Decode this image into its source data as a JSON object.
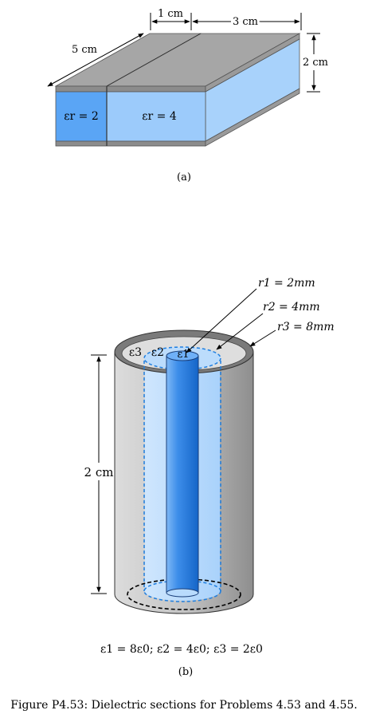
{
  "figure_a": {
    "dim_width_small": "1 cm",
    "dim_width_large": "3 cm",
    "dim_depth": "5 cm",
    "dim_height": "2 cm",
    "region_left": "εr = 2",
    "region_right": "εr = 4",
    "label": "(a)"
  },
  "figure_b": {
    "r1": "r1 = 2mm",
    "r2": "r2 = 4mm",
    "r3": "r3 = 8mm",
    "eps1": "ε1",
    "eps2": "ε2",
    "eps3": "ε3",
    "height": "2 cm",
    "relation": "ε1 = 8ε0; ε2 = 4ε0; ε3 = 2ε0",
    "label": "(b)"
  },
  "caption": "Figure P4.53: Dielectric sections for Problems 4.53 and 4.55.",
  "colors": {
    "top_gray": "#a6a6a6",
    "plate_gray": "#8c8c8c",
    "blue_dark": "#5aa5f5",
    "blue_light": "#9ccbfb",
    "blue_side": "#a8d2fb",
    "dash_blue": "#1f7fe0"
  }
}
